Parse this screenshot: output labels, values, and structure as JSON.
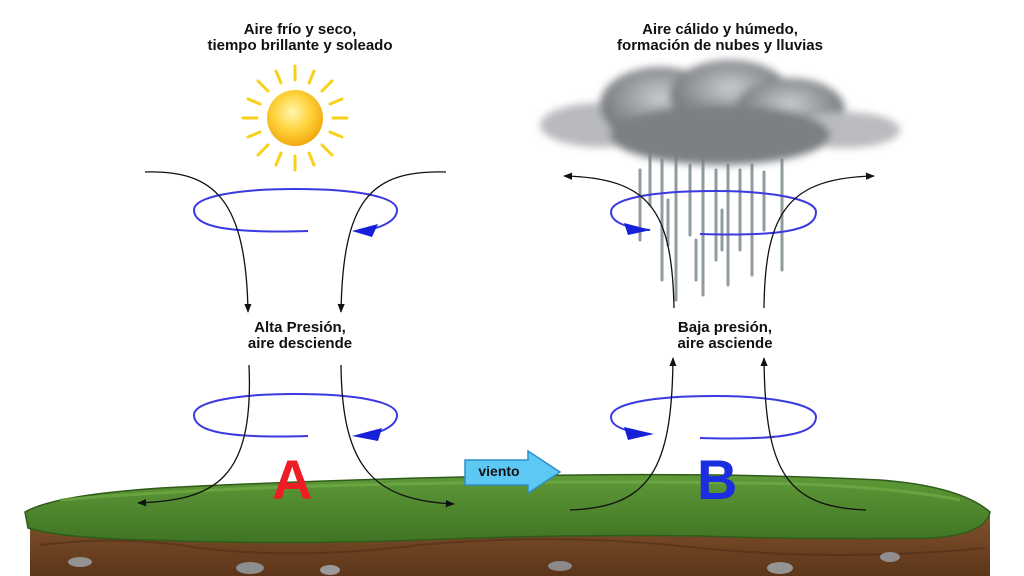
{
  "labels": {
    "cold_air": [
      "Aire frío y seco,",
      "tiempo brillante y soleado"
    ],
    "warm_air": [
      "Aire cálido y húmedo,",
      "formación de nubes y lluvias"
    ],
    "high_pressure": [
      "Alta Presión,",
      "aire desciende"
    ],
    "low_pressure": [
      "Baja presión,",
      "aire asciende"
    ],
    "letter_high": "A",
    "letter_low": "B",
    "wind": "viento"
  },
  "icons": {
    "sun": "sun-icon",
    "cloud": "rain-cloud-icon",
    "wind_arrow": "wind-arrow-icon"
  },
  "colors": {
    "letter_high": "#ee1c24",
    "letter_low": "#1a2ee0",
    "rotation_ellipse": "#3a3ae0",
    "airflow": "#111111",
    "wind_arrow": "#5ec8f5",
    "sun": "#f7c21a",
    "cloud": "#8a8d91",
    "grass": "#4e8a2e",
    "soil": "#7a4a2a"
  }
}
